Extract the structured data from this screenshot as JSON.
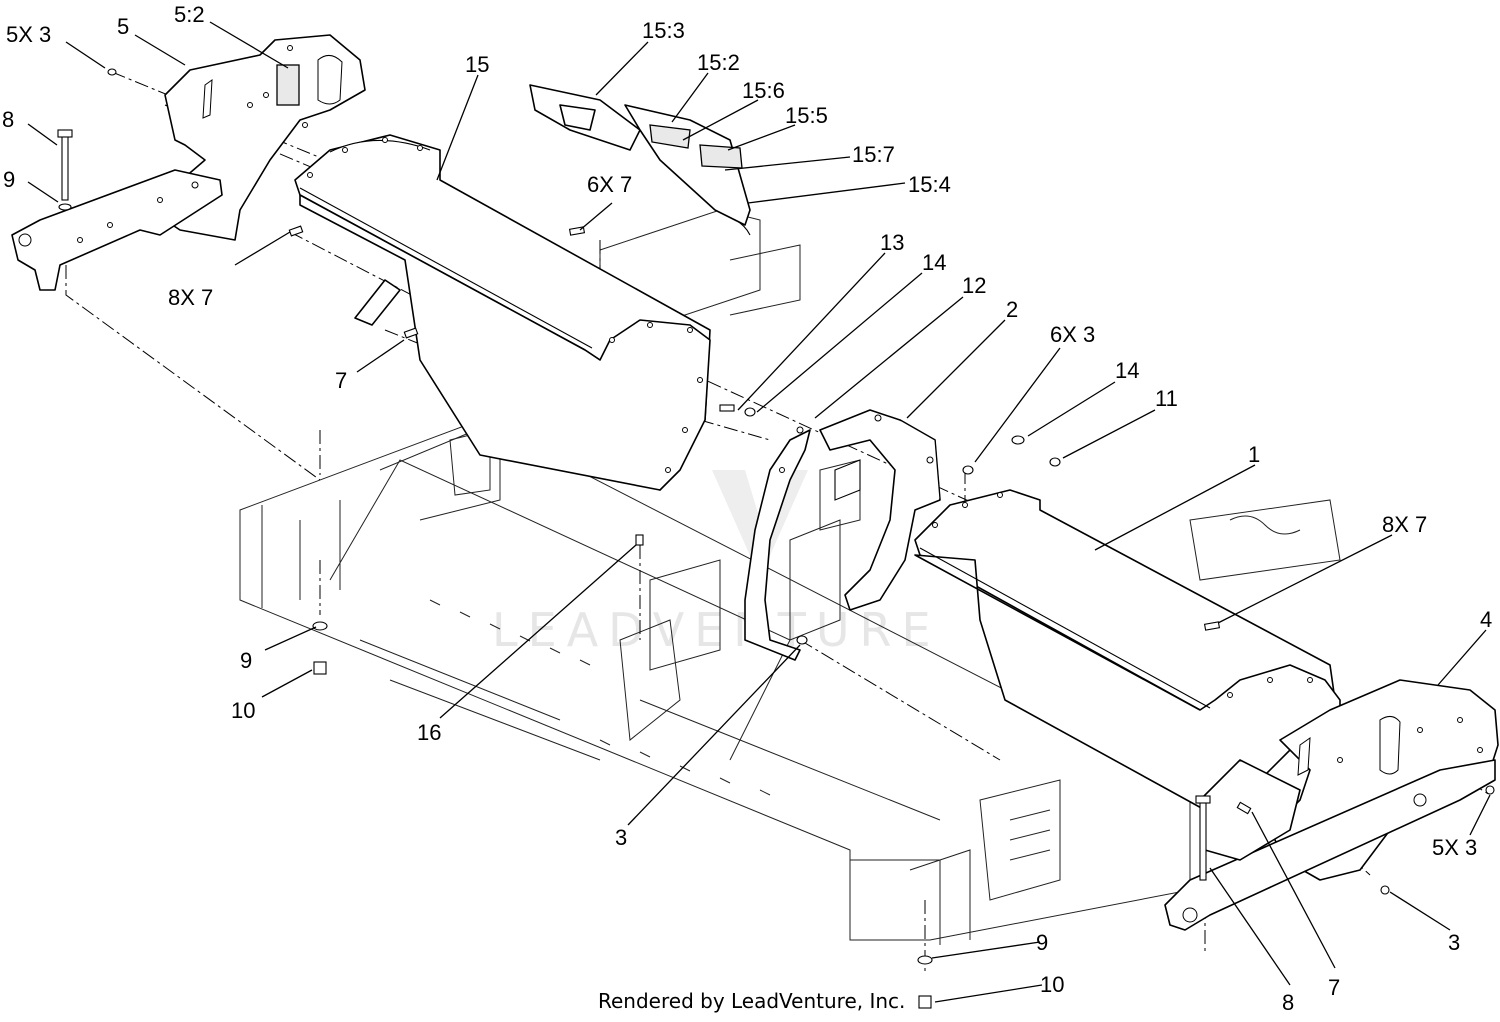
{
  "diagram": {
    "callouts": [
      {
        "id": "c-5x3-tl",
        "text": "5X 3"
      },
      {
        "id": "c-5-tl",
        "text": "5"
      },
      {
        "id": "c-5-2",
        "text": "5:2"
      },
      {
        "id": "c-8-tl",
        "text": "8"
      },
      {
        "id": "c-9-tl",
        "text": "9"
      },
      {
        "id": "c-8x7-l",
        "text": "8X 7"
      },
      {
        "id": "c-15",
        "text": "15"
      },
      {
        "id": "c-7-l",
        "text": "7"
      },
      {
        "id": "c-15-3",
        "text": "15:3"
      },
      {
        "id": "c-15-2",
        "text": "15:2"
      },
      {
        "id": "c-15-6",
        "text": "15:6"
      },
      {
        "id": "c-15-5",
        "text": "15:5"
      },
      {
        "id": "c-15-7",
        "text": "15:7"
      },
      {
        "id": "c-15-4",
        "text": "15:4"
      },
      {
        "id": "c-6x7",
        "text": "6X 7"
      },
      {
        "id": "c-13",
        "text": "13"
      },
      {
        "id": "c-14-a",
        "text": "14"
      },
      {
        "id": "c-12",
        "text": "12"
      },
      {
        "id": "c-2",
        "text": "2"
      },
      {
        "id": "c-6x3",
        "text": "6X 3"
      },
      {
        "id": "c-14-b",
        "text": "14"
      },
      {
        "id": "c-11",
        "text": "11"
      },
      {
        "id": "c-1",
        "text": "1"
      },
      {
        "id": "c-8x7-r",
        "text": "8X 7"
      },
      {
        "id": "c-4",
        "text": "4"
      },
      {
        "id": "c-9-l",
        "text": "9"
      },
      {
        "id": "c-10-l",
        "text": "10"
      },
      {
        "id": "c-16",
        "text": "16"
      },
      {
        "id": "c-3-m",
        "text": "3"
      },
      {
        "id": "c-5x3-r",
        "text": "5X 3"
      },
      {
        "id": "c-3-r",
        "text": "3"
      },
      {
        "id": "c-9-b",
        "text": "9"
      },
      {
        "id": "c-10-b",
        "text": "10"
      },
      {
        "id": "c-8-b",
        "text": "8"
      },
      {
        "id": "c-7-b",
        "text": "7"
      }
    ],
    "watermark": "LEADVENTURE",
    "credit": "Rendered by LeadVenture, Inc."
  }
}
